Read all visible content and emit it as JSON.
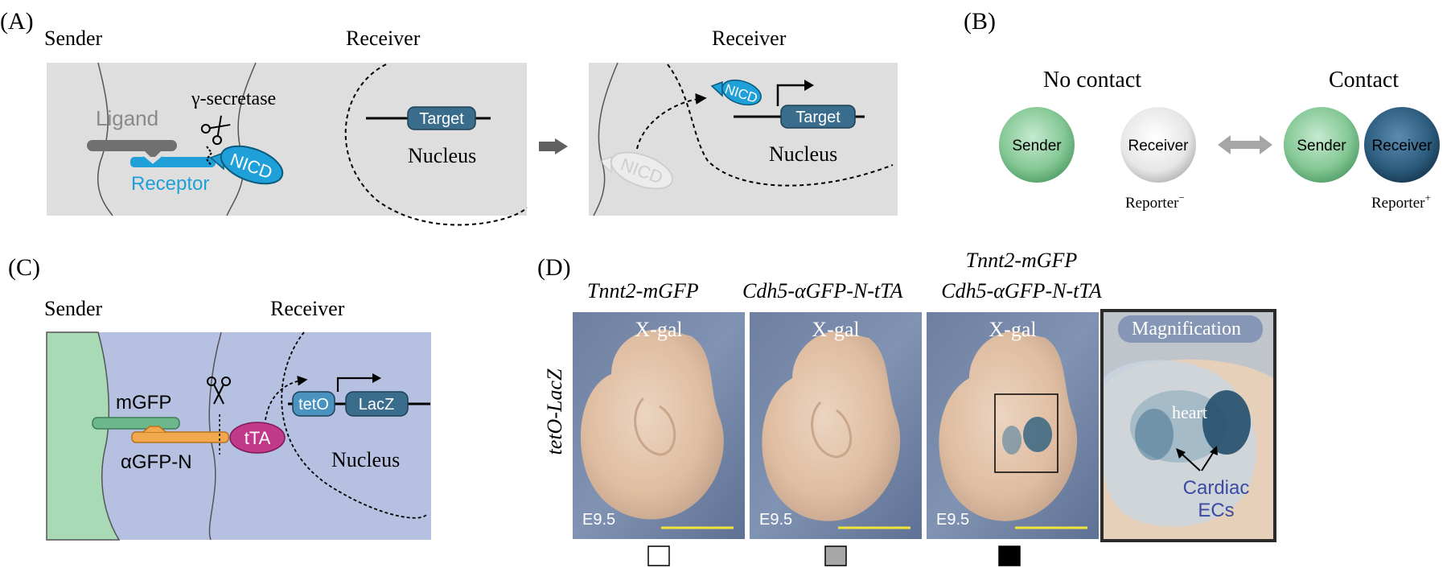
{
  "panel_a": {
    "label": "(A)",
    "sender": "Sender",
    "receiver_left": "Receiver",
    "receiver_right": "Receiver",
    "ligand": "Ligand",
    "gamma_secretase": "γ-secretase",
    "receptor": "Receptor",
    "nicd": "NICD",
    "target": "Target",
    "nucleus": "Nucleus"
  },
  "panel_b": {
    "label": "(B)",
    "no_contact": "No contact",
    "contact": "Contact",
    "sender": "Sender",
    "receiver": "Receiver",
    "reporter_neg": "Reporter",
    "reporter_neg_sup": "−",
    "reporter_pos": "Reporter",
    "reporter_pos_sup": "+"
  },
  "panel_c": {
    "label": "(C)",
    "sender": "Sender",
    "receiver": "Receiver",
    "mgfp": "mGFP",
    "agfp_n": "αGFP-N",
    "tta": "tTA",
    "teto": "tetO",
    "lacz": "LacZ",
    "nucleus": "Nucleus"
  },
  "panel_d": {
    "label": "(D)",
    "row_label": "tetO-LacZ",
    "col1_title": "Tnnt2-mGFP",
    "col2_title": "Cdh5-αGFP-N-tTA",
    "col3_title_1": "Tnnt2-mGFP",
    "col3_title_2": "Cdh5-αGFP-N-tTA",
    "xgal": "X-gal",
    "stage": "E9.5",
    "magnification": "Magnification",
    "heart": "heart",
    "cardiac_1": "Cardiac",
    "cardiac_2": "ECs",
    "swatch_colors": [
      "#ffffff",
      "#a6a6a6",
      "#000000"
    ]
  },
  "colors": {
    "cell_gray": "#dedede",
    "receptor_blue": "#1fa0d8",
    "nicd_blue": "#1fa0d8",
    "target_blue": "#3a6d8c",
    "sender_green": "#8fcf9c",
    "receiver_dark": "#2f6486",
    "receiver_lavender": "#b6c1e2",
    "mgfp_green": "#6db78c",
    "agfp_orange": "#f2a84d",
    "tta_magenta": "#c13a8a",
    "scale_yellow": "#f1e53a",
    "cardiac_text": "#3b4ba4"
  }
}
